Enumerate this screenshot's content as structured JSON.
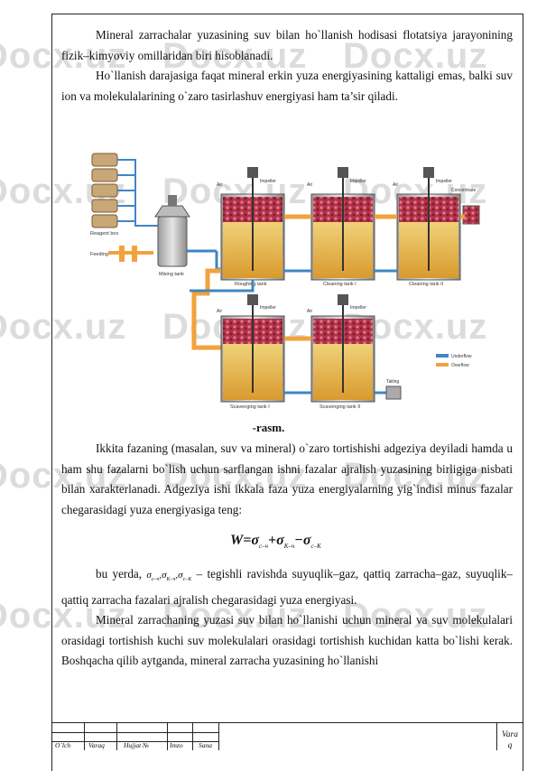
{
  "watermark": "Docx.uz",
  "paragraphs": {
    "p1": "Mineral zarrachalar yuzasining suv bilan ho`llanish hodisasi flotatsiya jarayonining fizik–kimyoviy omillaridan biri hisoblanadi.",
    "p2": "Ho`llanish darajasiga faqat mineral erkin yuza energiyasining kattaligi emas, balki suv ion va molekulalarining o`zaro tasirlashuv energiyasi ham ta’sir qiladi.",
    "p3": "Ikkita fazaning (masalan, suv va mineral) o`zaro tortishishi adgeziya deyiladi hamda u ham shu fazalarni bo`lish uchun sarflangan ishni fazalar ajralish yuzasining birligiga nisbati bilan xarakterlanadi. Adgeziya ishi ikkala faza yuza energiyalarning yig`indisi minus fazalar chegarasidagi yuza energiyasiga teng:",
    "p4_before": "bu yerda,",
    "p4_after": "– tegishli ravishda suyuqlik–gaz, qattiq zarracha–gaz, suyuqlik–qattiq zarracha fazalari ajralish chegarasidagi yuza energiyasi.",
    "p5": "Mineral zarrachaning yuzasi suv bilan ho`llanishi uchun mineral va suv molekulalari orasidagi tortishish kuchi suv molekulalari orasidagi tortishish kuchidan katta bo`lishi kerak. Boshqacha qilib aytganda, mineral zarracha yuzasining ho`llanishi"
  },
  "caption": "-rasm.",
  "formula": {
    "lhs": "W",
    "s1": "σ",
    "s1_sub": "c–ч",
    "s2": "σ",
    "s2_sub": "K–ч",
    "s3": "σ",
    "s3_sub": "c–K"
  },
  "figure_labels": {
    "reagent_box": "Reagent box",
    "feeding": "Feeding",
    "mixing_tank": "Mixing tank",
    "roughing_tank": "Roughing tank",
    "cleaning_tank_1": "Cleaning tank I",
    "cleaning_tank_2": "Cleaning tank II",
    "scavenging_tank_1": "Scavenging tank I",
    "scavenging_tank_2": "Scavenging tank II",
    "concentrate": "Concentrate",
    "tailing": "Tailing",
    "air": "Air",
    "impeller": "Impeller",
    "underflow": "Underflow",
    "overflow": "Overflow"
  },
  "stamp": {
    "col1": "O`lch",
    "col2": "Varaq",
    "col3": "Hujjat № ",
    "col4": "Imzo",
    "col5": "Sana",
    "vara_line1": "Vara",
    "vara_line2": "q"
  },
  "colors": {
    "slurry": "#e8b94a",
    "froth": "#b2324a",
    "pipe_blue": "#3f86c4",
    "pipe_orange": "#f2a23c",
    "tank": "#cfcfcf"
  }
}
